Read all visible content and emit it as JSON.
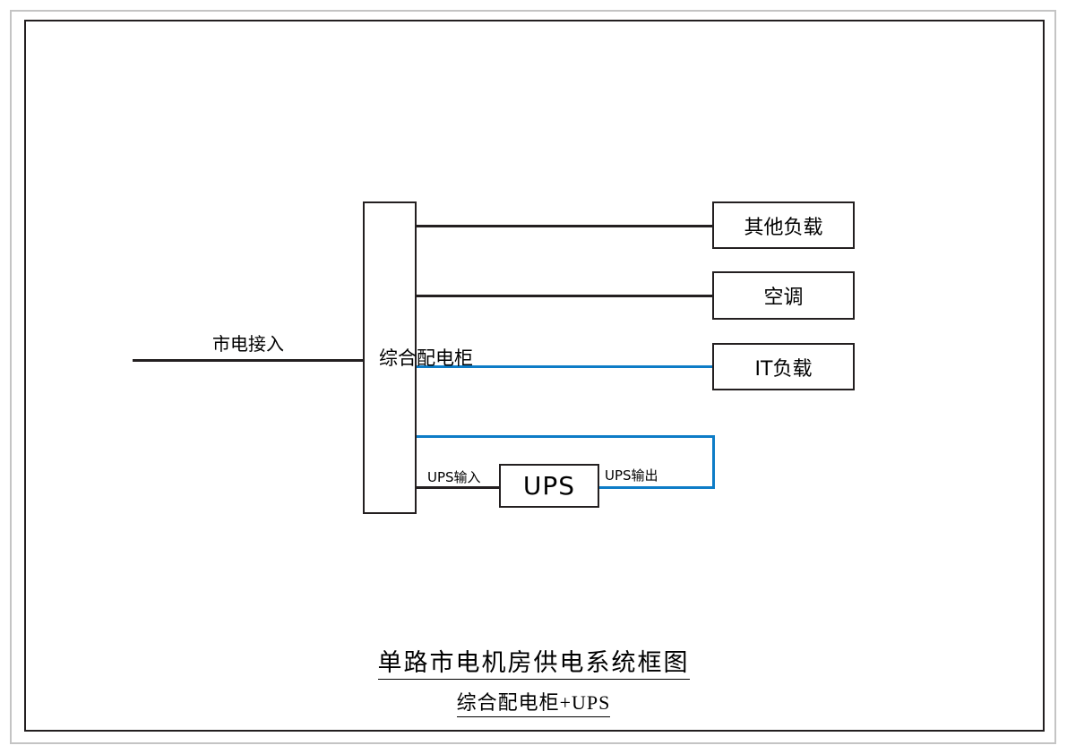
{
  "page": {
    "background_color": "#ffffff",
    "outer_frame_color": "#c4c4c4",
    "inner_frame_color": "#231f20"
  },
  "diagram": {
    "type": "block-diagram",
    "line_colors": {
      "power_black": "#231f20",
      "ups_protected_blue": "#0d7cc7"
    },
    "source": {
      "label": "市电接入"
    },
    "cabinet": {
      "label": "综合配电柜"
    },
    "ups": {
      "label": "UPS",
      "input_label": "UPS输入",
      "output_label": "UPS输出"
    },
    "loads": [
      {
        "id": "other",
        "label": "其他负载",
        "feed": "black"
      },
      {
        "id": "hvac",
        "label": "空调",
        "feed": "black"
      },
      {
        "id": "it",
        "label": "IT负载",
        "feed": "blue"
      }
    ]
  },
  "caption": {
    "title": "单路市电机房供电系统框图",
    "subtitle": "综合配电柜+UPS"
  }
}
